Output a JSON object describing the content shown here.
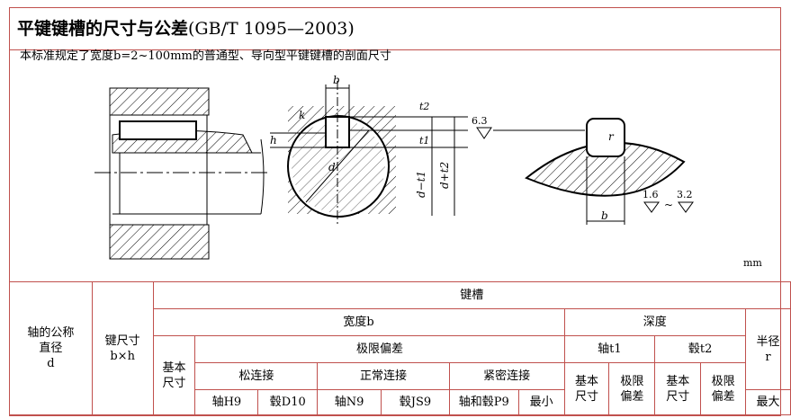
{
  "title": {
    "main": "平键键槽的尺寸与公差",
    "standard": "(GB/T 1095—2003)"
  },
  "description": "本标准规定了宽度b=2~100mm的普通型、导向型平键键槽的剖面尺寸",
  "figure": {
    "labels": {
      "b_top": "b",
      "t2": "t2",
      "k": "k",
      "h": "h",
      "t1": "t1",
      "d": "d",
      "d_minus_t1": "d−t1",
      "d_plus_t2": "d+t2",
      "roughness_6_3": "6.3",
      "r": "r",
      "roughness_1_6": "1.6",
      "tilde": "~",
      "roughness_3_2": "3.2",
      "b_right": "b"
    }
  },
  "unit": "mm",
  "table": {
    "shaft_dia": [
      "轴的公称",
      "直径",
      "d"
    ],
    "key_size": [
      "键尺寸",
      "b×h"
    ],
    "keyway": "键槽",
    "width": "宽度b",
    "depth": "深度",
    "tolerance": "极限偏差",
    "basic_size": [
      "基本",
      "尺寸"
    ],
    "loose": "松连接",
    "normal": "正常连接",
    "tight": "紧密连接",
    "shaft_t1": "轴t1",
    "hub_t2": "毂t2",
    "radius": [
      "半径",
      "r"
    ],
    "h9": "轴H9",
    "d10": "毂D10",
    "n9": "轴N9",
    "js9": "毂JS9",
    "p9": "轴和毂P9",
    "basic2": [
      "基本",
      "尺寸"
    ],
    "limit1": [
      "极限",
      "偏差"
    ],
    "basic3": [
      "基本",
      "尺寸"
    ],
    "limit2": [
      "极限",
      "偏差"
    ],
    "min": "最小",
    "max": "最大"
  }
}
